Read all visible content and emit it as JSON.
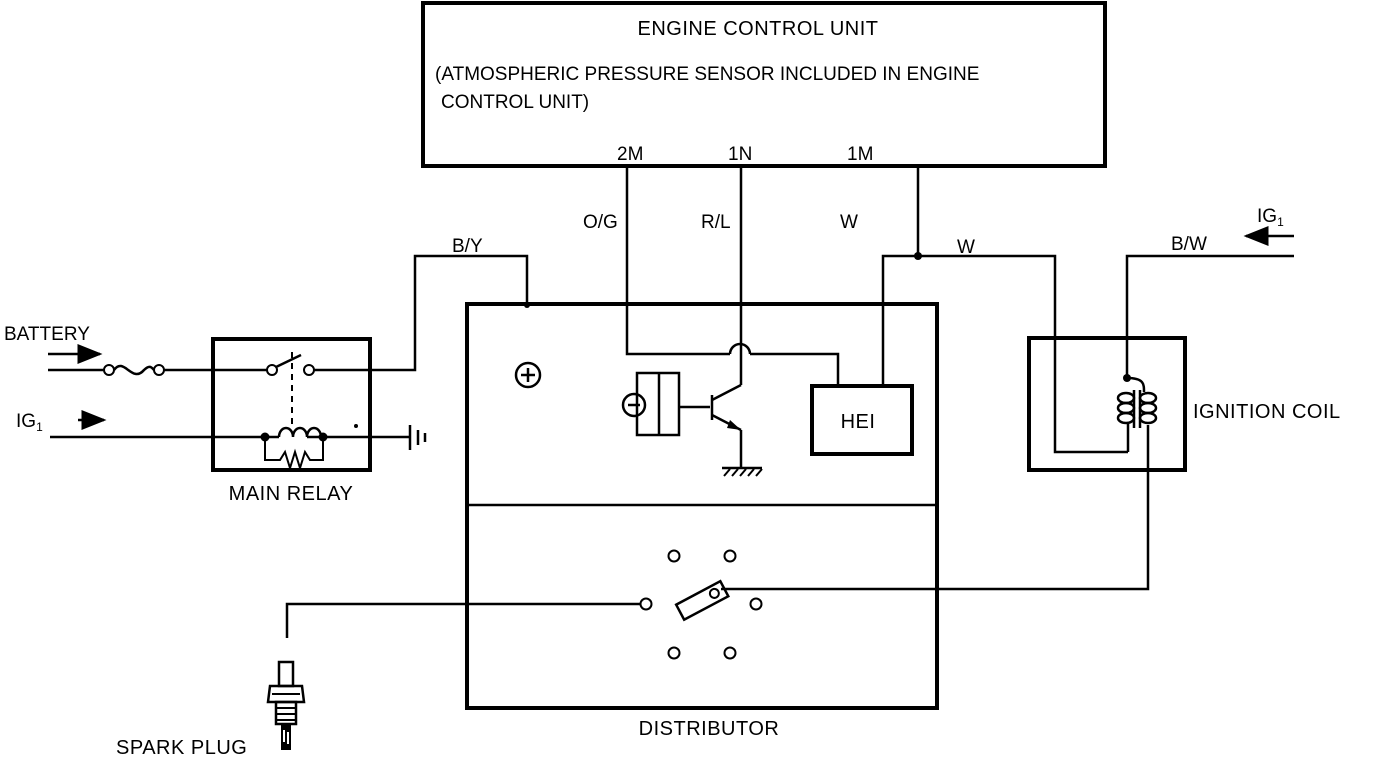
{
  "ecu": {
    "title": "ENGINE CONTROL UNIT",
    "note_line1": "(ATMOSPHERIC PRESSURE SENSOR INCLUDED IN ENGINE",
    "note_line2": "CONTROL UNIT)",
    "terminals": {
      "t2m": "2M",
      "t1n": "1N",
      "t1m": "1M"
    }
  },
  "wires": {
    "og": "O/G",
    "rl": "R/L",
    "w_inner": "W",
    "w_outer": "W",
    "by": "B/Y",
    "bw": "B/W"
  },
  "inputs": {
    "battery": "BATTERY",
    "ig1_left": "IG",
    "ig1_left_sub": "1",
    "ig1_right": "IG",
    "ig1_right_sub": "1"
  },
  "components": {
    "main_relay": "MAIN RELAY",
    "distributor": "DISTRIBUTOR",
    "hei": "HEI",
    "ignition_coil": "IGNITION COIL",
    "spark_plug": "SPARK PLUG"
  }
}
